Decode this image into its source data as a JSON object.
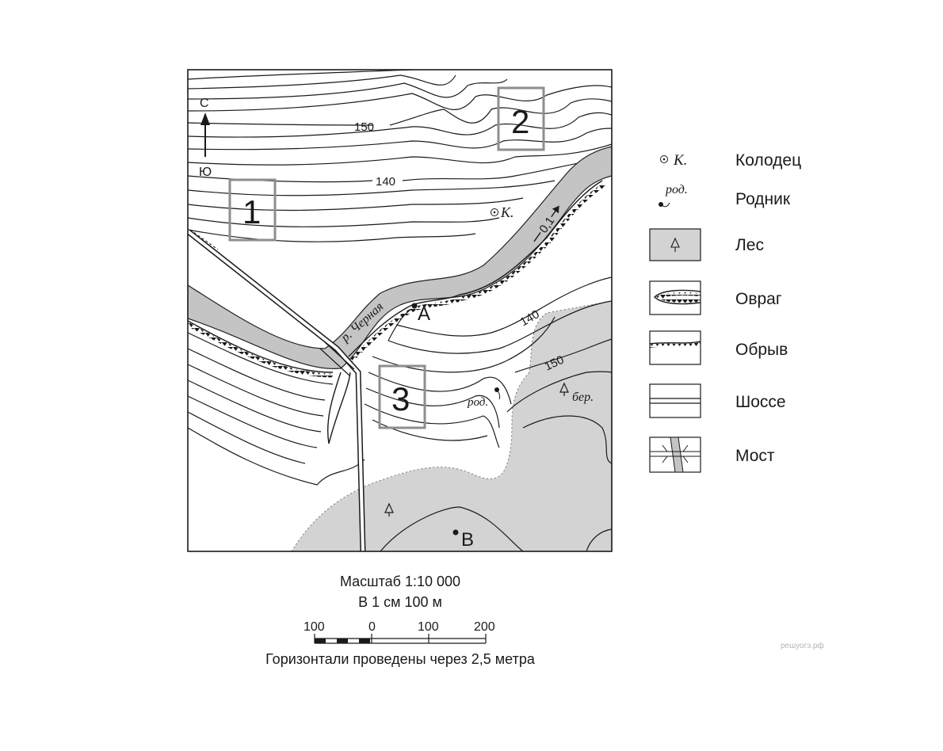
{
  "map": {
    "north": "С",
    "south": "Ю",
    "contours": [
      "150",
      "140",
      "140",
      "150"
    ],
    "river_name": "р. Черная",
    "river_speed": "0,1",
    "well_label": "К.",
    "spring_label": "род.",
    "forest_label": "бер.",
    "point_a": "А",
    "point_b": "В",
    "squares": [
      "1",
      "2",
      "3"
    ]
  },
  "legend": {
    "well_symbol": "К.",
    "spring_symbol": "род.",
    "items": [
      {
        "label": "Колодец",
        "icon": "well-icon"
      },
      {
        "label": "Родник",
        "icon": "spring-icon"
      },
      {
        "label": "Лес",
        "icon": "forest-icon"
      },
      {
        "label": "Овраг",
        "icon": "ravine-icon"
      },
      {
        "label": "Обрыв",
        "icon": "cliff-icon"
      },
      {
        "label": "Шоссе",
        "icon": "highway-icon"
      },
      {
        "label": "Мост",
        "icon": "bridge-icon"
      }
    ]
  },
  "scale": {
    "title": "Масштаб 1:10 000",
    "subtitle": "В 1 см 100 м",
    "ticks": [
      "100",
      "0",
      "100",
      "200"
    ],
    "note": "Горизонтали проведены через 2,5 метра"
  },
  "watermark": "решуогэ.рф",
  "colors": {
    "forest": "#d3d3d3",
    "river": "#c4c4c4",
    "square": "#8e8e8e",
    "ink": "#1a1a1a"
  }
}
